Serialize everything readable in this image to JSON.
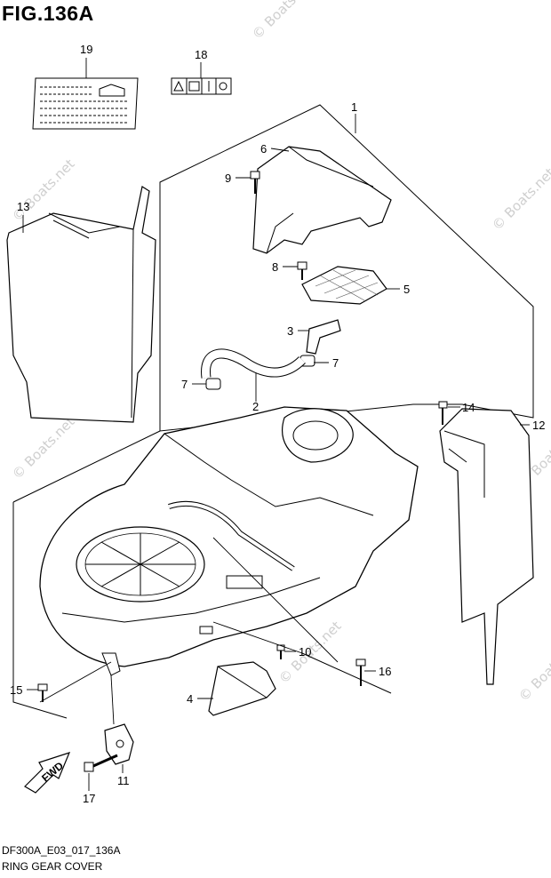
{
  "figure_title": "FIG.136A",
  "diagram_code": "DF300A_E03_017_136A",
  "diagram_name": "RING GEAR COVER",
  "watermark": "© Boats.net",
  "fwd_label": "FWD",
  "callouts": [
    "1",
    "2",
    "3",
    "4",
    "5",
    "6",
    "7",
    "7",
    "8",
    "9",
    "10",
    "11",
    "12",
    "13",
    "14",
    "15",
    "16",
    "17",
    "18",
    "19"
  ]
}
